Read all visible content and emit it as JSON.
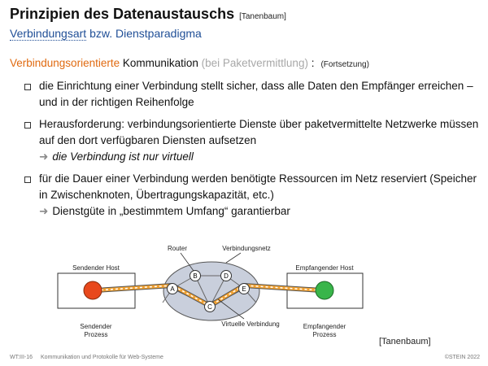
{
  "title": {
    "text": "Prinzipien des Datenaustauschs",
    "cite": "[Tanenbaum]"
  },
  "subtitle": {
    "term": "Verbindungsart",
    "rest": " bzw. Dienstparadigma"
  },
  "heading": {
    "orange": "Verbindungsorientierte",
    "normal": " Kommunikation ",
    "grey": "(bei Paketvermittlung)",
    "colon": " :",
    "small": "(Fortsetzung)"
  },
  "bullets": [
    {
      "text": "die Einrichtung einer Verbindung stellt sicher, dass alle Daten den Empfänger erreichen – und in der richtigen Reihenfolge"
    },
    {
      "text": "Herausforderung: verbindungsorientierte Dienste über paketvermittelte Netzwerke müssen auf den dort verfügbaren Diensten aufsetzen",
      "arrow": "➜",
      "sub": "die Verbindung ist nur virtuell"
    },
    {
      "text": "für die Dauer einer Verbindung werden benötigte Ressourcen im Netz reserviert (Speicher in Zwischenknoten, Übertragungskapazität, etc.)",
      "arrow": "➜",
      "sub": "Dienstgüte in „bestimmtem Umfang“ garantierbar"
    }
  ],
  "diagram": {
    "label_router": "Router",
    "label_net": "Verbindungsnetz",
    "label_sender_host": "Sendender Host",
    "label_receiver_host": "Empfangender Host",
    "label_sender_proc_1": "Sendender",
    "label_sender_proc_2": "Prozess",
    "label_receiver_proc_1": "Empfangender",
    "label_receiver_proc_2": "Prozess",
    "label_virtual": "Virtuelle Verbindung",
    "nodes": [
      "A",
      "B",
      "C",
      "D",
      "E"
    ],
    "colors": {
      "sender": "#e8481c",
      "receiver": "#39b54a",
      "pipe": "#f0a030",
      "cloud": "#c9cfdc"
    }
  },
  "citation_bottom": "[Tanenbaum]",
  "footer": {
    "left_1": "WT:III-16",
    "left_2": "Kommunikation und Protokolle für Web-Systeme",
    "right": "©STEIN 2022"
  }
}
